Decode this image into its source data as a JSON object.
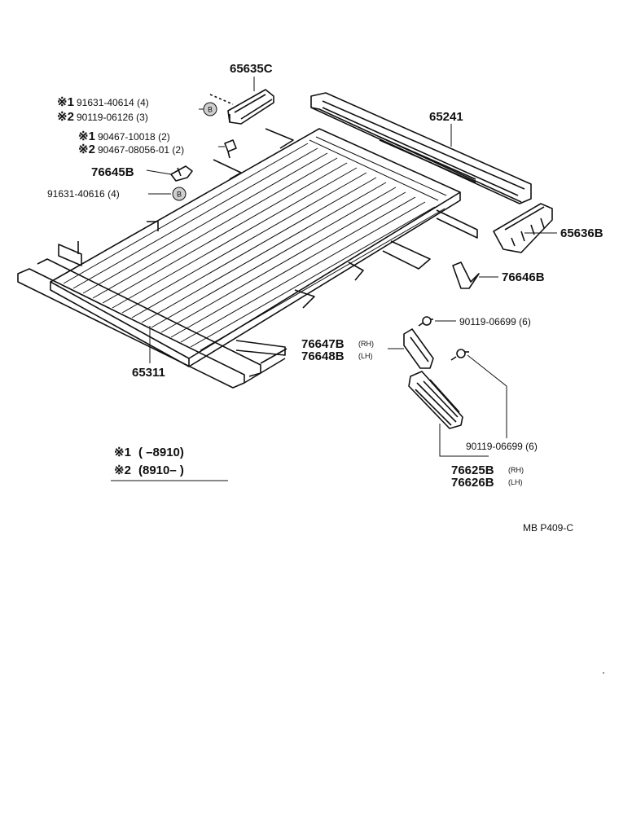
{
  "parts": {
    "p65635C": "65635C",
    "p65241": "65241",
    "p65636B": "65636B",
    "p76646B": "76646B",
    "p76645B": "76645B",
    "p65311": "65311",
    "p76647B": "76647B",
    "p76648B": "76648B",
    "p76625B": "76625B",
    "p76626B": "76626B"
  },
  "fasteners": {
    "f1": "91631-40614 (4)",
    "f2": "90119-06126 (3)",
    "f3": "90467-10018 (2)",
    "f4": "90467-08056-01 (2)",
    "f5": "91631-40616 (4)",
    "f6": "90119-06699 (6)",
    "f7": "90119-06699 (6)"
  },
  "markers": {
    "m1": "※1",
    "m2": "※2",
    "b": "B"
  },
  "sides": {
    "rh": "(RH)",
    "lh": "(LH)"
  },
  "legend": {
    "l1_mark": "※1",
    "l1_text": "(        –8910)",
    "l2_mark": "※2",
    "l2_text": "(8910–        )"
  },
  "ref": "MB  P409-C"
}
